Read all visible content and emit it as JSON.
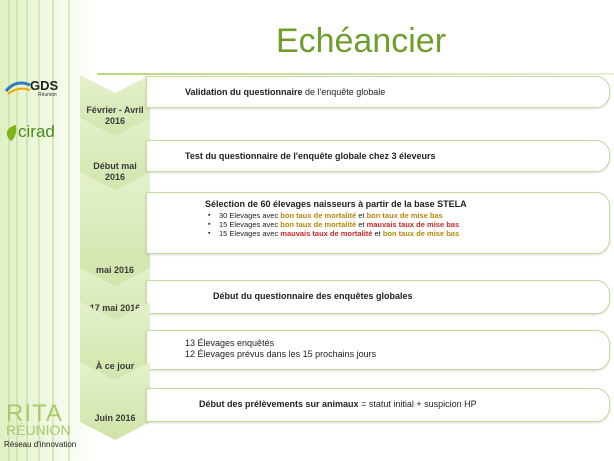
{
  "title": "Echéancier",
  "logos": {
    "gds": {
      "name": "GDS",
      "sub": "Réunion"
    },
    "cirad": {
      "name": "cirad"
    },
    "rita": {
      "name1": "RITA",
      "name2": "RÉUNION",
      "tagline": "Réseau d'innovation"
    }
  },
  "timeline": [
    {
      "date": "Février - Avril 2016",
      "text": [
        {
          "t": "Validation du questionnaire",
          "s": "b"
        },
        {
          "t": " de l'enquête globale",
          "s": ""
        }
      ]
    },
    {
      "date": "Début mai 2016",
      "text": [
        {
          "t": "Test du questionnaire de l'enquête globale chez 3 éleveurs",
          "s": "b"
        }
      ]
    },
    {
      "date": "mai 2016",
      "text": [
        {
          "t": "Sélection de 60 élevages naisseurs à partir de la base STELA",
          "s": "b"
        }
      ],
      "bullets": [
        [
          {
            "t": "30 Elevages avec ",
            "s": ""
          },
          {
            "t": "bon taux de mortalité",
            "s": "gold"
          },
          {
            "t": " et ",
            "s": ""
          },
          {
            "t": "bon taux de mise bas",
            "s": "gold"
          }
        ],
        [
          {
            "t": "15 Elevages avec ",
            "s": ""
          },
          {
            "t": "bon taux de mortalité",
            "s": "gold"
          },
          {
            "t": " et ",
            "s": ""
          },
          {
            "t": "mauvais taux de mise bas",
            "s": "red"
          }
        ],
        [
          {
            "t": "15 Elevages avec ",
            "s": ""
          },
          {
            "t": "mauvais taux de mortalité",
            "s": "red"
          },
          {
            "t": " et ",
            "s": ""
          },
          {
            "t": "bon taux de mise bas",
            "s": "gold"
          }
        ]
      ]
    },
    {
      "date": "17 mai 2016",
      "text": [
        {
          "t": "Début du questionnaire des enquêtes globales",
          "s": "b"
        }
      ]
    },
    {
      "date": "À ce jour",
      "lines": [
        "13 Élevages enquêtés",
        "12 Élevages prévus dans les 15 prochains jours"
      ]
    },
    {
      "date": "Juin 2016",
      "text": [
        {
          "t": "Début des prélèvements sur animaux",
          "s": "b"
        },
        {
          "t": " = statut initial + suspicion HP",
          "s": ""
        }
      ]
    }
  ]
}
